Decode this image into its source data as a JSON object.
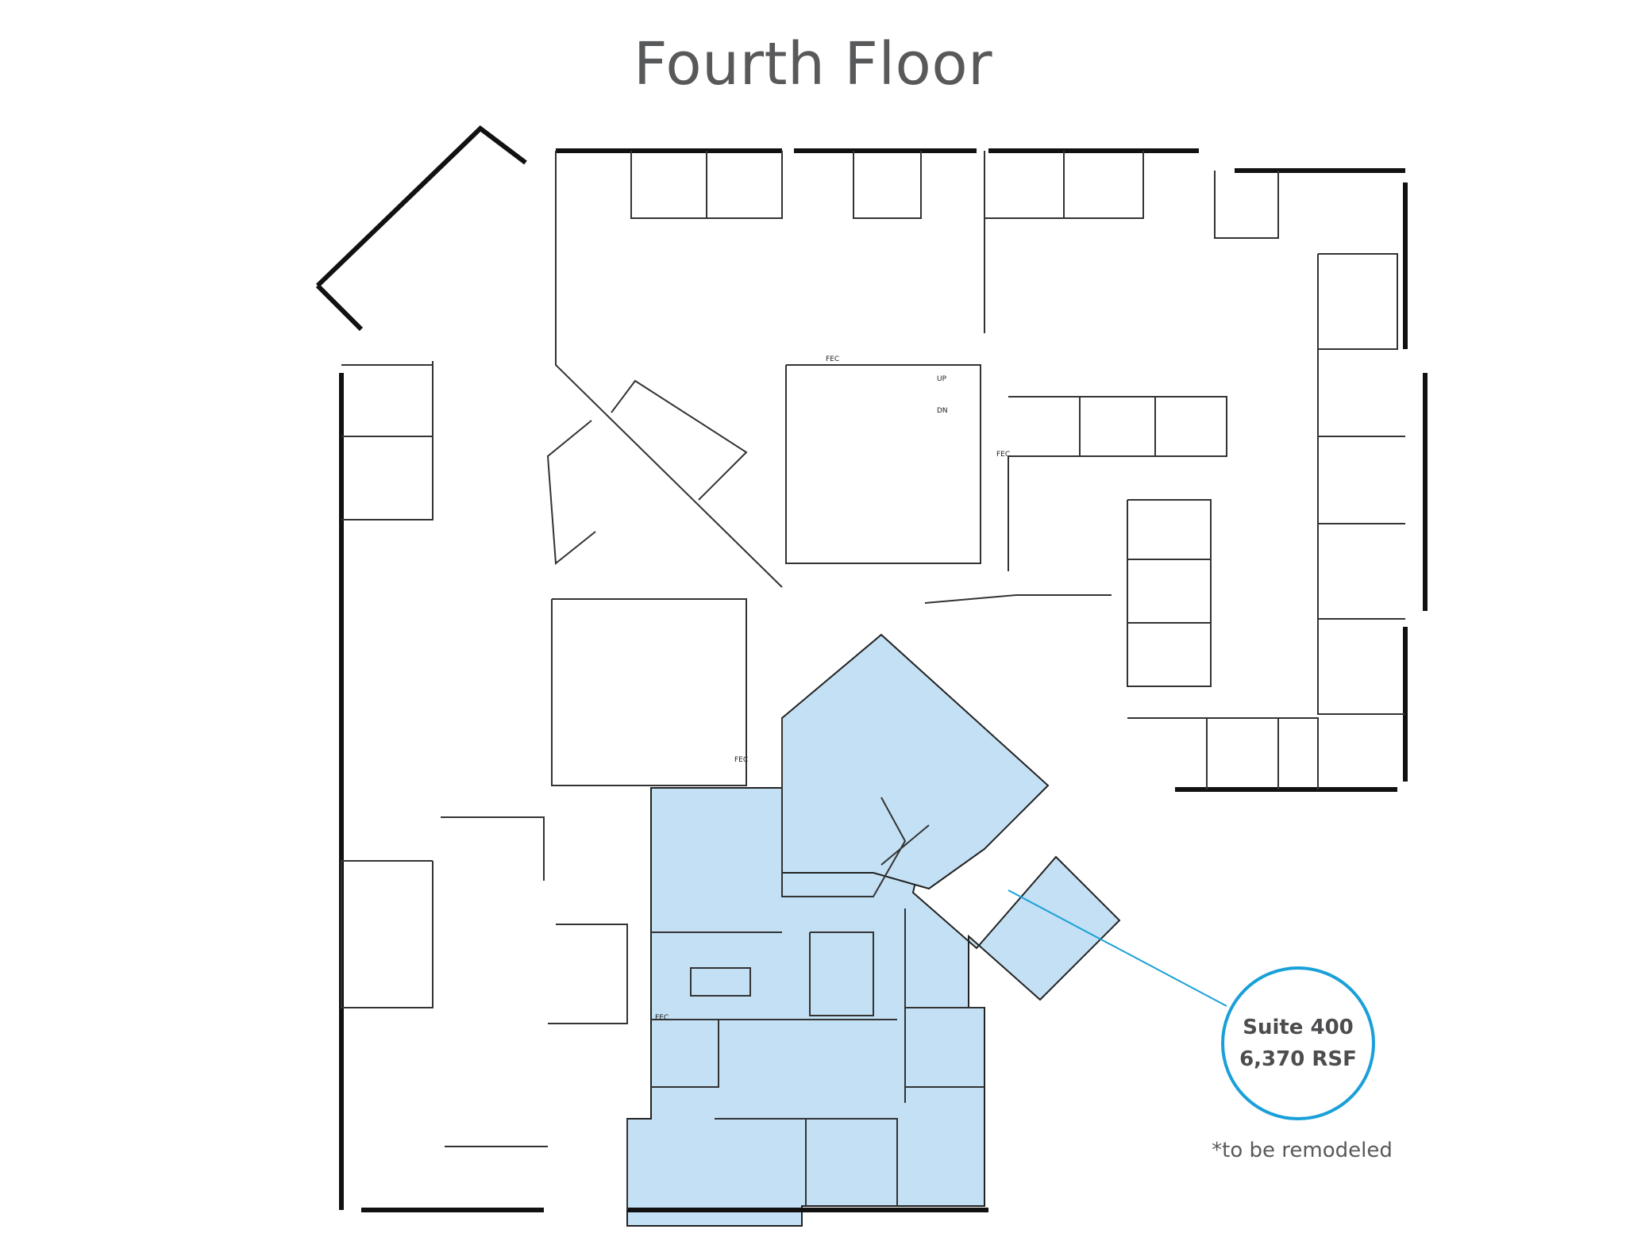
{
  "title": "Fourth Floor",
  "suite": {
    "name": "Suite 400",
    "area": "6,370 RSF",
    "note": "*to be remodeled",
    "highlight_color": "#c3e0f4",
    "accent_color": "#1aa0d8"
  },
  "labels": {
    "fec": "FEC",
    "up": "UP",
    "dn": "DN"
  }
}
